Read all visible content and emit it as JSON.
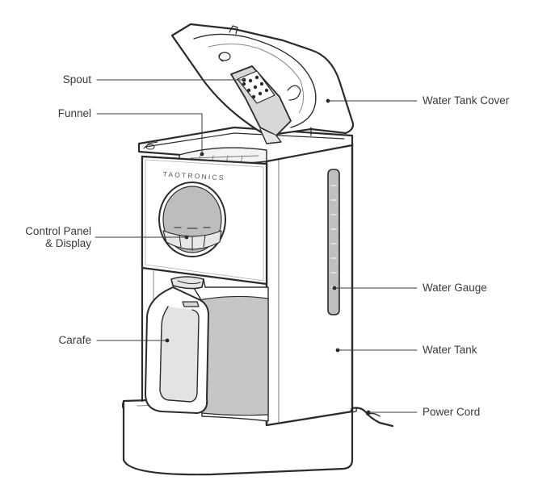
{
  "brand": "TAOTRONICS",
  "labels": {
    "spout": "Spout",
    "funnel": "Funnel",
    "control_panel_line1": "Control Panel",
    "control_panel_line2": "& Display",
    "carafe": "Carafe",
    "water_tank_cover": "Water Tank Cover",
    "water_gauge": "Water Gauge",
    "water_tank": "Water Tank",
    "power_cord": "Power Cord"
  }
}
